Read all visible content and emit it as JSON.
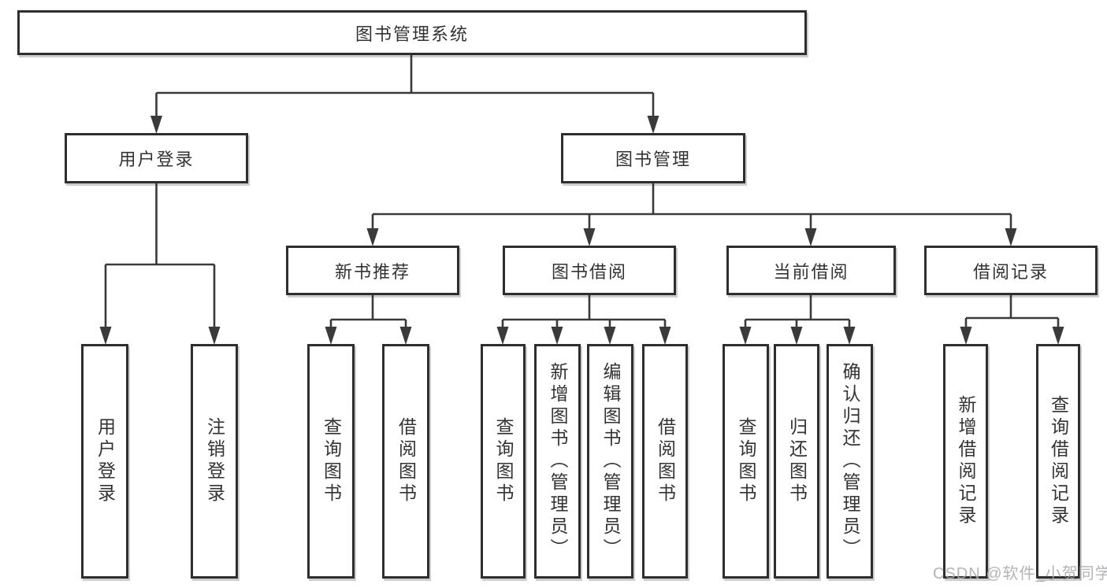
{
  "diagram": {
    "type": "hierarchy-tree",
    "root": {
      "label": "图书管理系统"
    },
    "level2": [
      {
        "label": "用户登录"
      },
      {
        "label": "图书管理"
      }
    ],
    "level3": [
      {
        "label": "新书推荐",
        "parent": "图书管理"
      },
      {
        "label": "图书借阅",
        "parent": "图书管理"
      },
      {
        "label": "当前借阅",
        "parent": "图书管理"
      },
      {
        "label": "借阅记录",
        "parent": "图书管理"
      }
    ],
    "leaves": [
      {
        "label": "用户登录",
        "parent": "用户登录"
      },
      {
        "label": "注销登录",
        "parent": "用户登录"
      },
      {
        "label": "查询图书",
        "parent": "新书推荐"
      },
      {
        "label": "借阅图书",
        "parent": "新书推荐"
      },
      {
        "label": "查询图书",
        "parent": "图书借阅"
      },
      {
        "label": "新增图书（管理员）",
        "parent": "图书借阅"
      },
      {
        "label": "编辑图书（管理员）",
        "parent": "图书借阅"
      },
      {
        "label": "借阅图书",
        "parent": "图书借阅"
      },
      {
        "label": "查询图书",
        "parent": "当前借阅"
      },
      {
        "label": "归还图书",
        "parent": "当前借阅"
      },
      {
        "label": "确认归还（管理员）",
        "parent": "当前借阅"
      },
      {
        "label": "新增借阅记录",
        "parent": "借阅记录"
      },
      {
        "label": "查询借阅记录",
        "parent": "借阅记录"
      }
    ]
  },
  "watermark": {
    "text": "CSDN @软件_小贺同学"
  },
  "colors": {
    "line": "#3a3a3a",
    "box_border": "#2e2e2e",
    "text": "#333333",
    "background": "#ffffff",
    "watermark": "#a6a6ac"
  }
}
